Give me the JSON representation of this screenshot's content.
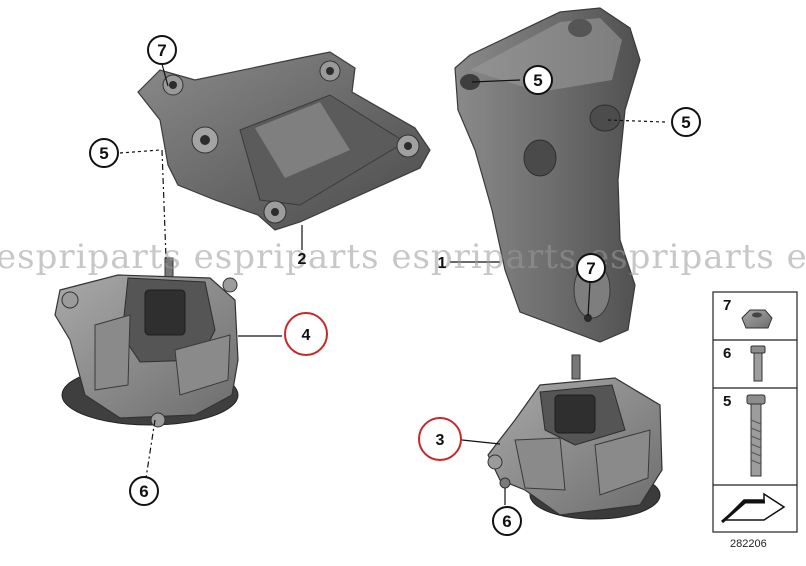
{
  "diagram": {
    "watermark": "espriparts espriparts espriparts espriparts espriparts",
    "callouts": {
      "c7_top_left": "7",
      "c5_left": "5",
      "c2_label": "2",
      "c4_label": "4",
      "c6_left": "6",
      "c1_label": "1",
      "c5_top_right": "5",
      "c5_mid_right": "5",
      "c7_right": "7",
      "c3_label": "3",
      "c6_right": "6"
    },
    "legend": {
      "item7": "7",
      "item6": "6",
      "item5": "5"
    },
    "reference_number": "282206",
    "highlight_color": "#c62828"
  }
}
